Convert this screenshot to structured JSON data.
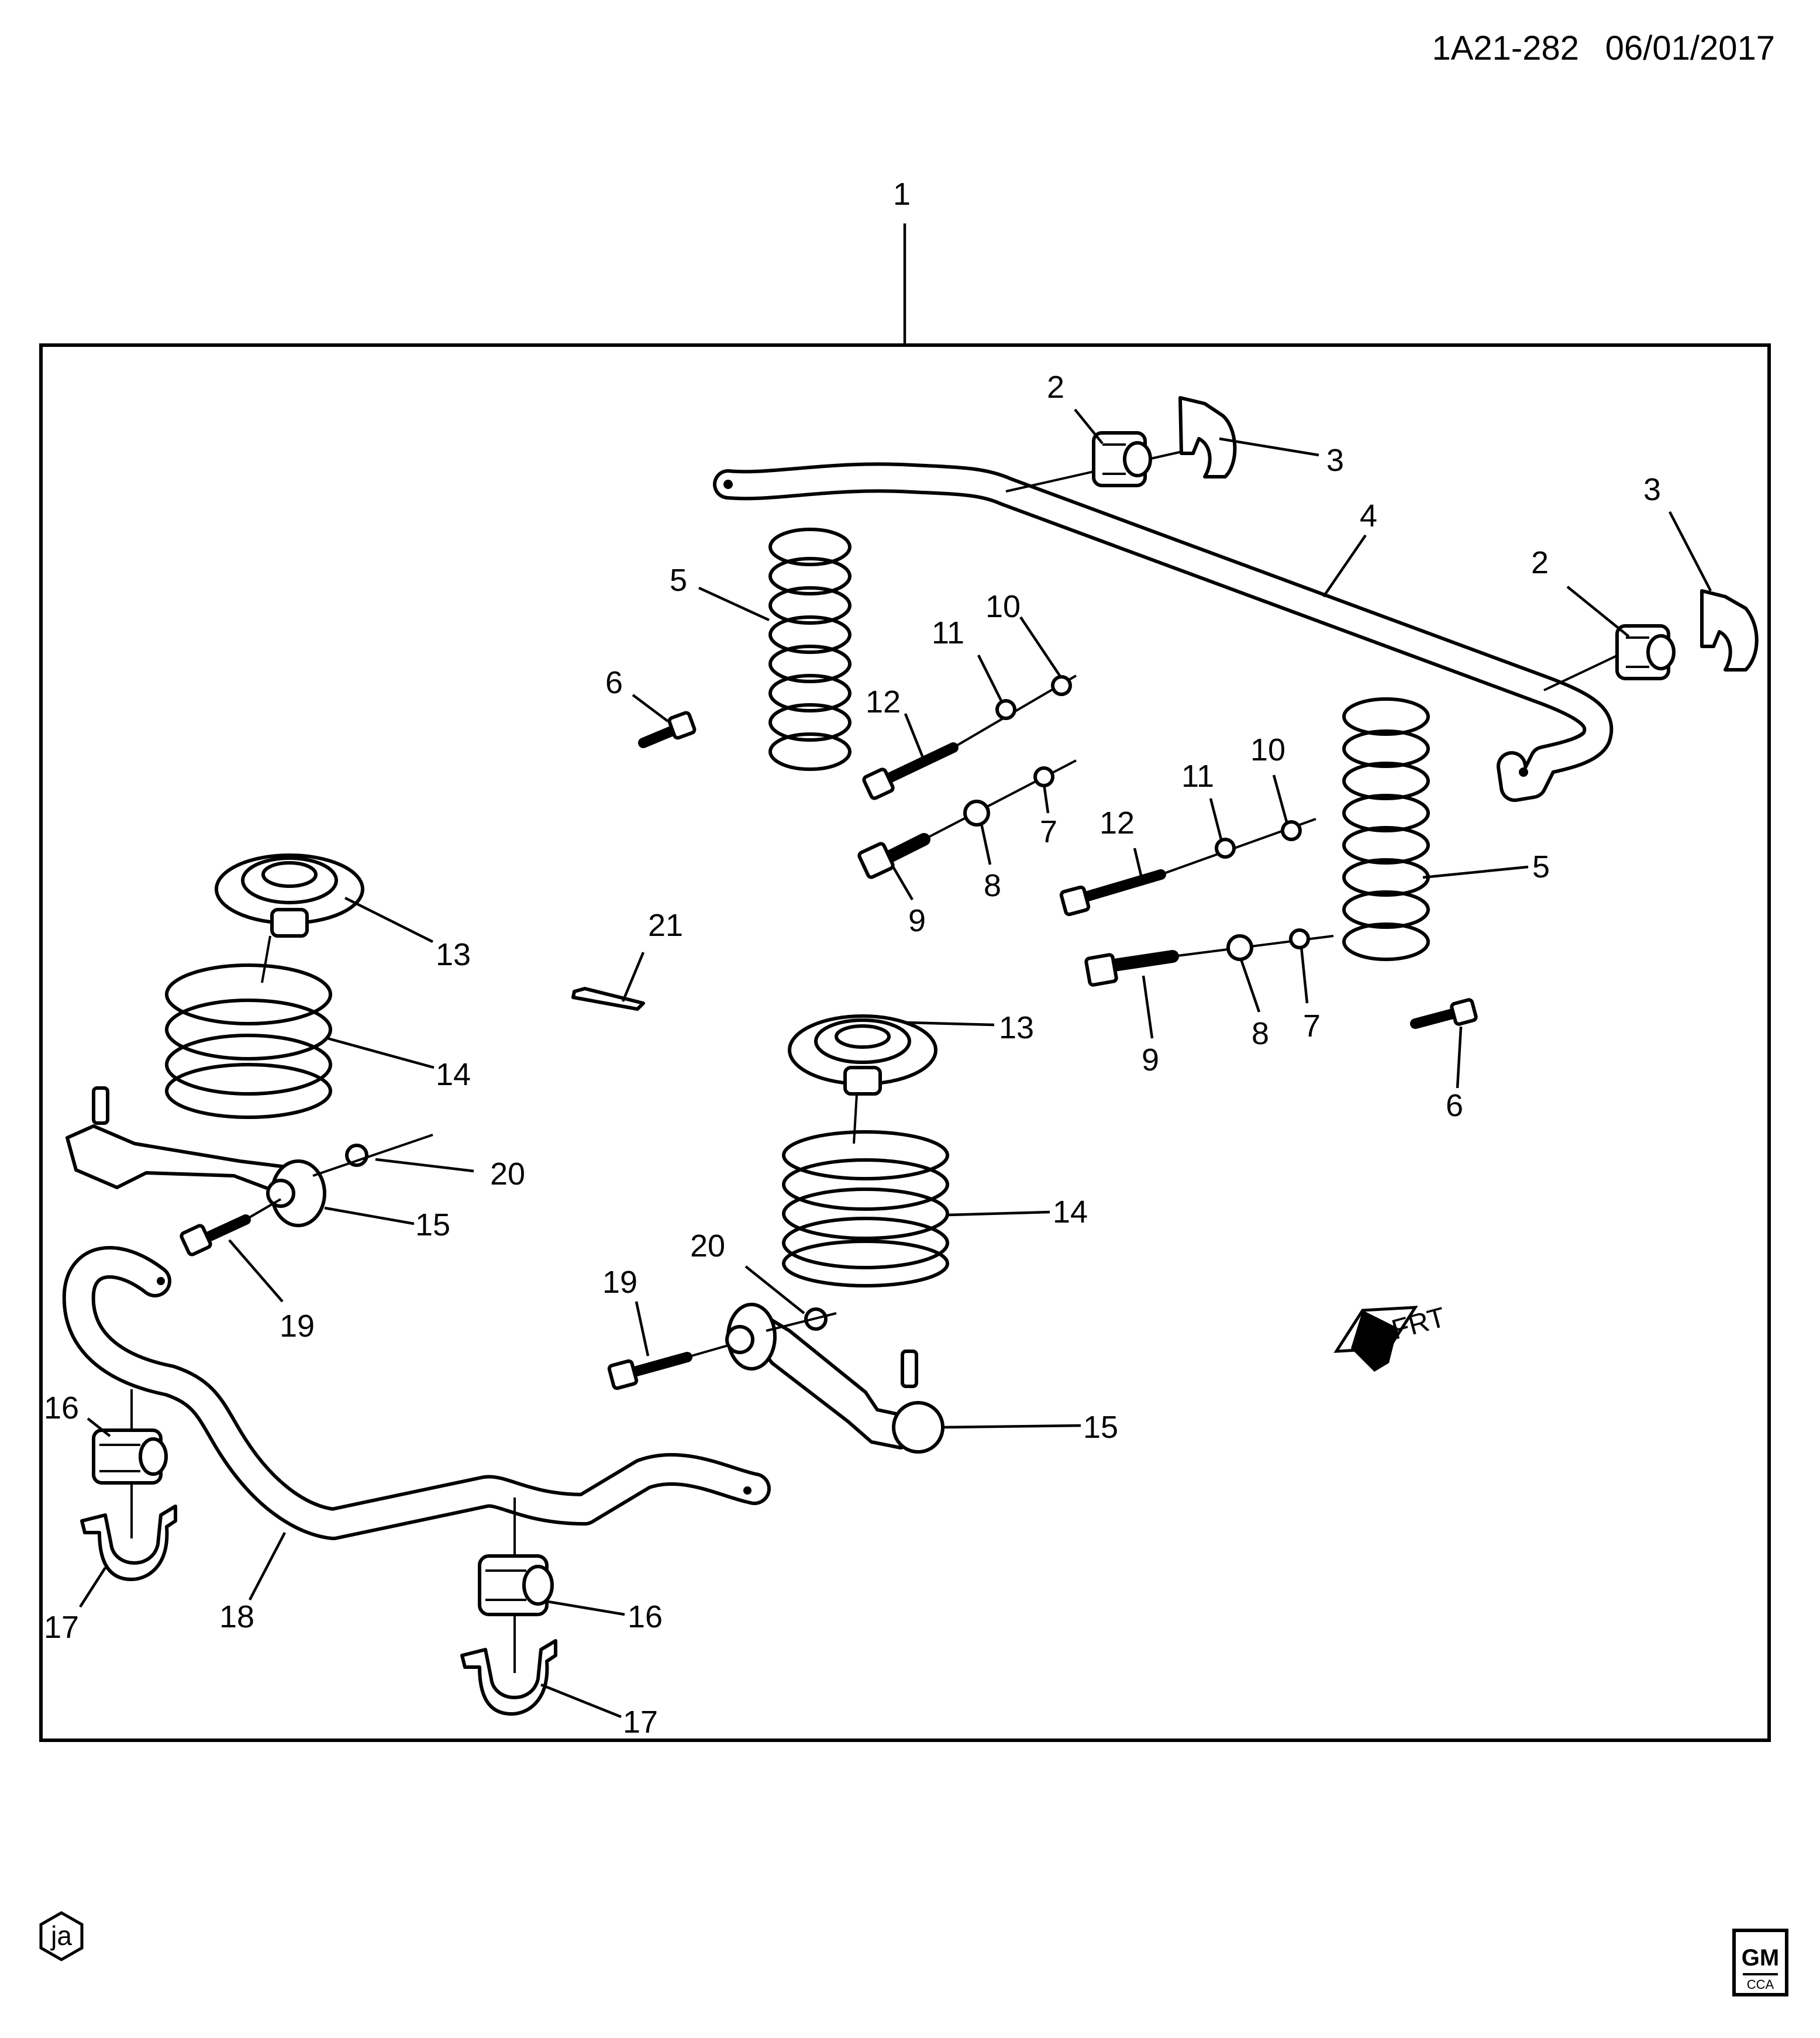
{
  "header": {
    "ref_code": "1A21-282",
    "date": "06/01/2017"
  },
  "footer": {
    "badge_left": "ja",
    "logo_brand": "GM",
    "logo_sub": "CCA"
  },
  "frt_arrow": {
    "label": "FRT"
  },
  "callouts": [
    {
      "id": "c1",
      "text": "1"
    },
    {
      "id": "c2a",
      "text": "2"
    },
    {
      "id": "c2b",
      "text": "2"
    },
    {
      "id": "c3a",
      "text": "3"
    },
    {
      "id": "c3b",
      "text": "3"
    },
    {
      "id": "c4",
      "text": "4"
    },
    {
      "id": "c5a",
      "text": "5"
    },
    {
      "id": "c5b",
      "text": "5"
    },
    {
      "id": "c6a",
      "text": "6"
    },
    {
      "id": "c6b",
      "text": "6"
    },
    {
      "id": "c7a",
      "text": "7"
    },
    {
      "id": "c7b",
      "text": "7"
    },
    {
      "id": "c8a",
      "text": "8"
    },
    {
      "id": "c8b",
      "text": "8"
    },
    {
      "id": "c9a",
      "text": "9"
    },
    {
      "id": "c9b",
      "text": "9"
    },
    {
      "id": "c10a",
      "text": "10"
    },
    {
      "id": "c10b",
      "text": "10"
    },
    {
      "id": "c11a",
      "text": "11"
    },
    {
      "id": "c11b",
      "text": "11"
    },
    {
      "id": "c12a",
      "text": "12"
    },
    {
      "id": "c12b",
      "text": "12"
    },
    {
      "id": "c13a",
      "text": "13"
    },
    {
      "id": "c13b",
      "text": "13"
    },
    {
      "id": "c14a",
      "text": "14"
    },
    {
      "id": "c14b",
      "text": "14"
    },
    {
      "id": "c15a",
      "text": "15"
    },
    {
      "id": "c15b",
      "text": "15"
    },
    {
      "id": "c16a",
      "text": "16"
    },
    {
      "id": "c16b",
      "text": "16"
    },
    {
      "id": "c17a",
      "text": "17"
    },
    {
      "id": "c17b",
      "text": "17"
    },
    {
      "id": "c18",
      "text": "18"
    },
    {
      "id": "c19a",
      "text": "19"
    },
    {
      "id": "c19b",
      "text": "19"
    },
    {
      "id": "c20a",
      "text": "20"
    },
    {
      "id": "c20b",
      "text": "20"
    },
    {
      "id": "c21",
      "text": "21"
    }
  ]
}
